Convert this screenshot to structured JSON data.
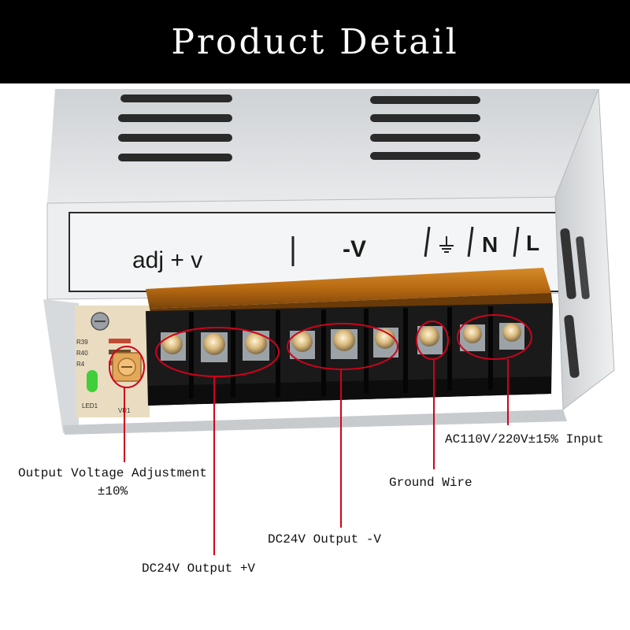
{
  "header": {
    "title": "Product Detail"
  },
  "panel_labels": {
    "adj_v": "adj + v",
    "minus_v": "-V",
    "n": "N",
    "l": "L"
  },
  "board_labels": {
    "led": "LED1",
    "vr": "VR1",
    "r39": "R39",
    "r40": "R40",
    "r41": "R4"
  },
  "callouts": {
    "voltage_adjust_line1": "Output Voltage Adjustment",
    "voltage_adjust_line2": "±10%",
    "dc_plus": "DC24V Output +V",
    "dc_minus": "DC24V Output -V",
    "ground": "Ground Wire",
    "ac_input": "AC110V/220V±15% Input"
  },
  "colors": {
    "header_bg": "#000000",
    "callout_red": "#d0021b",
    "terminal_black": "#1a1a1a",
    "cover_amber": "#b86a12",
    "board_beige": "#e9dcc0",
    "case_silver": "#d9dcdf"
  }
}
